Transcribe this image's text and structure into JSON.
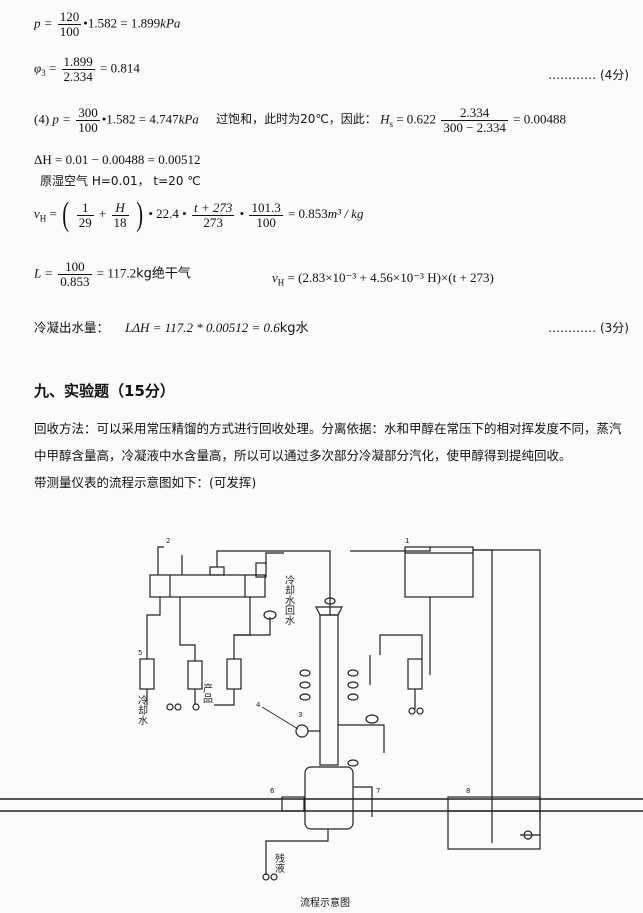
{
  "calc": {
    "p3_lhs": "p =",
    "p3_num": "120",
    "p3_den": "100",
    "p3_rhs": "•1.582 = 1.899",
    "p3_unit": "kPa",
    "phi3_lhs": "φ",
    "phi3_sub": "3",
    "phi3_eq": "=",
    "phi3_num": "1.899",
    "phi3_den": "2.334",
    "phi3_rhs": "= 0.814",
    "score1": "………… (4分)",
    "step4_label": "(4)",
    "p4_lhs": "p =",
    "p4_num": "300",
    "p4_den": "100",
    "p4_rhs": "•1.582 = 4.747",
    "p4_unit": "kPa",
    "p4_note": "过饱和，此时为20℃，因此：",
    "hs_lhs": "H",
    "hs_sub": "s",
    "hs_eq": "= 0.622",
    "hs_num": "2.334",
    "hs_den": "300 − 2.334",
    "hs_rhs": "= 0.00488",
    "dh": "ΔH = 0.01 − 0.00488 = 0.00512",
    "orig_air": "原湿空气 H=0.01，  t=20 ℃",
    "vh_lhs": "v",
    "vh_sub": "H",
    "vh_eq": "=",
    "vh_f1_num": "1",
    "vh_f1_den": "29",
    "vh_plus": "+",
    "vh_f2_num": "H",
    "vh_f2_den": "18",
    "vh_mid": "• 22.4 •",
    "vh_f3_num": "t + 273",
    "vh_f3_den": "273",
    "vh_dot": "•",
    "vh_f4_num": "101.3",
    "vh_f4_den": "100",
    "vh_rhs": "= 0.853",
    "vh_unit": "m³ / kg",
    "l_lhs": "L =",
    "l_num": "100",
    "l_den": "0.853",
    "l_rhs": "= 117.2",
    "l_unit": "kg绝干气",
    "vh2_lhs": "v",
    "vh2_sub": "H",
    "vh2_rhs": "= (2.83×10⁻³ + 4.56×10⁻³ H)×(t + 273)",
    "cond_label": "冷凝出水量：",
    "cond_eq": "LΔH = 117.2 * 0.00512 = 0.6",
    "cond_unit": "kg水",
    "score2": "………… (3分)"
  },
  "section9": {
    "title": "九、实验题（15分）",
    "para1": "回收方法：可以采用常压精馏的方式进行回收处理。分离依据：水和甲醇在常压下的相对挥发度不同，蒸汽",
    "para2": "中甲醇含量高，冷凝液中水含量高，所以可以通过多次部分冷凝部分汽化，使甲醇得到提纯回收。",
    "para3": "带测量仪表的流程示意图如下：(可发挥)"
  },
  "diagram": {
    "label_cooling_water_out": "冷却水回水",
    "label_cooling_water": "冷却水",
    "label_product": "产品",
    "label_residue": "残液",
    "caption": "流程示意图",
    "num_1": "1",
    "num_2": "2",
    "num_3": "3",
    "num_4": "4",
    "num_5": "5",
    "num_6": "6",
    "num_7": "7",
    "num_8": "8"
  }
}
